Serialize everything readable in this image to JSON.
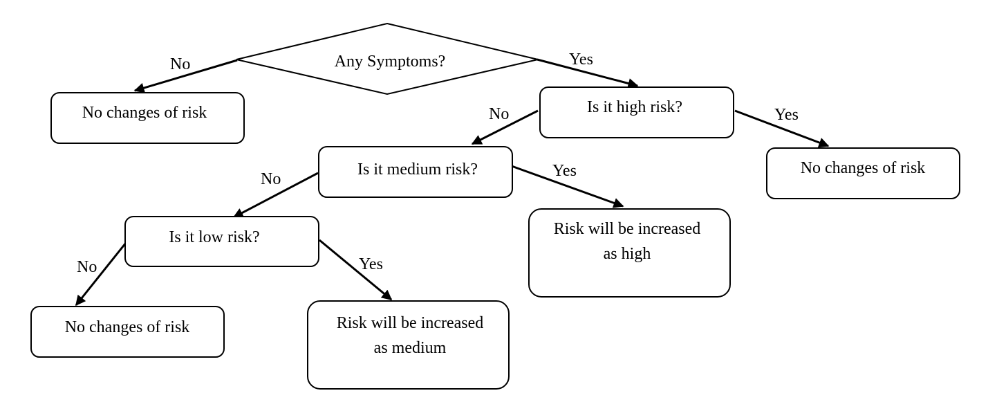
{
  "diagram": {
    "nodes": {
      "symptoms": "Any Symptoms?",
      "no_change_1": "No changes of risk",
      "high_risk": "Is it high risk?",
      "no_change_2": "No changes of risk",
      "medium_risk": "Is it medium risk?",
      "increase_high": [
        "Risk will be increased",
        "as high"
      ],
      "low_risk": "Is it low risk?",
      "no_change_3": "No changes of risk",
      "increase_medium": [
        "Risk will be increased",
        "as medium"
      ]
    },
    "edges": {
      "symptoms_no": "No",
      "symptoms_yes": "Yes",
      "high_no": "No",
      "high_yes": "Yes",
      "medium_no": "No",
      "medium_yes": "Yes",
      "low_no": "No",
      "low_yes": "Yes"
    }
  }
}
